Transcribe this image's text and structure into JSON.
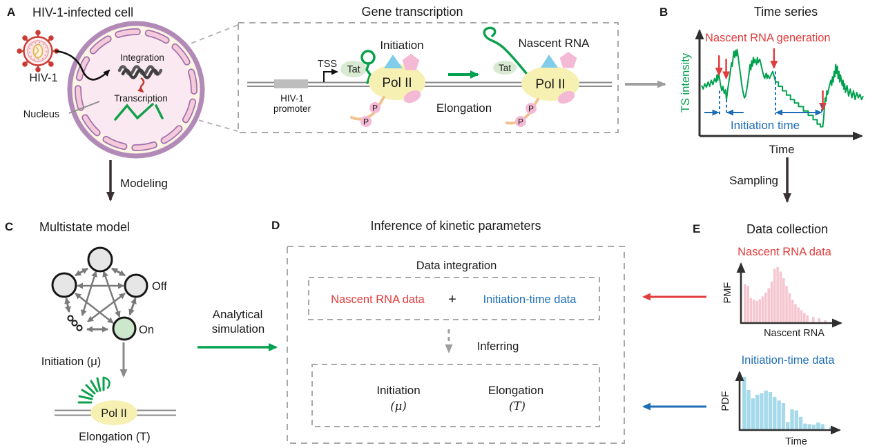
{
  "panels": {
    "a": {
      "label": "A",
      "title": "HIV-1-infected cell",
      "virus": "HIV-1",
      "integration": "Integration",
      "transcription": "Transcription",
      "nucleus": "Nucleus"
    },
    "modeling": {
      "label": "Modeling"
    },
    "gene_transcription": {
      "title": "Gene transcription",
      "tss": "TSS",
      "promoter_line1": "HIV-1",
      "promoter_line2": "promoter",
      "initiation": "Initiation",
      "elongation": "Elongation",
      "nascent_rna": "Nascent RNA",
      "tat": "Tat",
      "pol2": "Pol II",
      "p": "P"
    },
    "b": {
      "label": "B",
      "title": "Time series",
      "ylabel": "TS intensity",
      "xlabel": "Time",
      "red_annotation": "Nascent RNA generation",
      "blue_annotation": "Initiation time"
    },
    "sampling": {
      "label": "Sampling"
    },
    "c": {
      "label": "C",
      "title": "Multistate model",
      "off": "Off",
      "on": "On",
      "initiation": "Initiation (μ)",
      "pol2": "Pol II",
      "elongation": "Elongation (T)"
    },
    "d": {
      "label": "D",
      "title": "Inference of kinetic parameters",
      "data_integration": "Data integration",
      "nascent": "Nascent RNA data",
      "plus": "+",
      "initiation_time": "Initiation-time data",
      "inferring": "Inferring",
      "initiation": "Initiation",
      "mu": "(μ)",
      "elongation": "Elongation",
      "t": "(T)",
      "analytical_line1": "Analytical",
      "analytical_line2": "simulation"
    },
    "e": {
      "label": "E",
      "title": "Data collection",
      "nascent_title": "Nascent RNA data",
      "initiation_title": "Initiation-time data",
      "pmf": "PMF",
      "pdf": "PDF",
      "nascent_xlabel": "Nascent RNA",
      "time_xlabel": "Time"
    }
  },
  "colors": {
    "green": "#00a14e",
    "red": "#e23c3c",
    "blue": "#1d6cb5",
    "pink_bars": "#f6c6d0",
    "blue_bars": "#a6d9ea",
    "pol2_yellow": "#f6f0b2",
    "pink": "#f4b9d4",
    "tat_green": "#d9ead2",
    "triangle_blue": "#7fcde8",
    "tail_orange": "#f0c28f",
    "membrane_purple": "#b18ab8",
    "dark_arrow": "#3a2f33",
    "dashed_gray": "#a8a8a8"
  },
  "chart_data": [
    {
      "id": "time-series",
      "type": "line",
      "title": "Time series",
      "xlabel": "Time",
      "ylabel": "TS intensity",
      "line_color": "#00a14e",
      "legend": "none",
      "grid": false,
      "series": [
        {
          "name": "TS intensity",
          "points": [
            [
              0,
              0.56
            ],
            [
              0.01,
              0.52
            ],
            [
              0.02,
              0.58
            ],
            [
              0.03,
              0.54
            ],
            [
              0.04,
              0.6
            ],
            [
              0.05,
              0.55
            ],
            [
              0.06,
              0.62
            ],
            [
              0.07,
              0.57
            ],
            [
              0.08,
              0.64
            ],
            [
              0.09,
              0.6
            ],
            [
              0.095,
              0.68
            ],
            [
              0.1,
              0.62
            ],
            [
              0.105,
              0.72
            ],
            [
              0.111,
              0.64
            ],
            [
              0.118,
              0.56
            ],
            [
              0.125,
              0.5
            ],
            [
              0.132,
              0.55
            ],
            [
              0.14,
              0.47
            ],
            [
              0.148,
              0.51
            ],
            [
              0.154,
              0.4
            ],
            [
              0.158,
              0.46
            ],
            [
              0.162,
              0.52
            ],
            [
              0.17,
              0.62
            ],
            [
              0.178,
              0.72
            ],
            [
              0.185,
              0.82
            ],
            [
              0.19,
              0.78
            ],
            [
              0.195,
              0.88
            ],
            [
              0.2,
              0.95
            ],
            [
              0.205,
              0.88
            ],
            [
              0.21,
              0.96
            ],
            [
              0.215,
              0.9
            ],
            [
              0.22,
              0.97
            ],
            [
              0.228,
              0.86
            ],
            [
              0.235,
              0.76
            ],
            [
              0.243,
              0.65
            ],
            [
              0.25,
              0.55
            ],
            [
              0.258,
              0.47
            ],
            [
              0.265,
              0.42
            ],
            [
              0.272,
              0.44
            ],
            [
              0.28,
              0.52
            ],
            [
              0.288,
              0.62
            ],
            [
              0.295,
              0.72
            ],
            [
              0.3,
              0.8
            ],
            [
              0.305,
              0.74
            ],
            [
              0.31,
              0.84
            ],
            [
              0.315,
              0.78
            ],
            [
              0.32,
              0.88
            ],
            [
              0.325,
              0.82
            ],
            [
              0.33,
              0.86
            ],
            [
              0.34,
              0.8
            ],
            [
              0.345,
              0.88
            ],
            [
              0.35,
              0.82
            ],
            [
              0.36,
              0.86
            ],
            [
              0.37,
              0.78
            ],
            [
              0.38,
              0.7
            ],
            [
              0.39,
              0.64
            ],
            [
              0.4,
              0.7
            ],
            [
              0.405,
              0.64
            ],
            [
              0.41,
              0.68
            ],
            [
              0.42,
              0.64
            ],
            [
              0.43,
              0.68
            ],
            [
              0.44,
              0.72
            ],
            [
              0.45,
              0.66
            ],
            [
              0.455,
              0.62
            ],
            [
              0.46,
              0.6
            ],
            [
              0.475,
              0.6
            ],
            [
              0.475,
              0.55
            ],
            [
              0.5,
              0.55
            ],
            [
              0.5,
              0.5
            ],
            [
              0.525,
              0.5
            ],
            [
              0.525,
              0.45
            ],
            [
              0.55,
              0.45
            ],
            [
              0.55,
              0.4
            ],
            [
              0.575,
              0.4
            ],
            [
              0.575,
              0.36
            ],
            [
              0.6,
              0.36
            ],
            [
              0.6,
              0.32
            ],
            [
              0.63,
              0.32
            ],
            [
              0.63,
              0.27
            ],
            [
              0.66,
              0.27
            ],
            [
              0.66,
              0.22
            ],
            [
              0.69,
              0.22
            ],
            [
              0.69,
              0.17
            ],
            [
              0.715,
              0.17
            ],
            [
              0.715,
              0.12
            ],
            [
              0.735,
              0.12
            ],
            [
              0.735,
              0.09
            ],
            [
              0.75,
              0.09
            ],
            [
              0.755,
              0.18
            ],
            [
              0.76,
              0.3
            ],
            [
              0.765,
              0.42
            ],
            [
              0.77,
              0.38
            ],
            [
              0.775,
              0.5
            ],
            [
              0.78,
              0.46
            ],
            [
              0.79,
              0.55
            ],
            [
              0.8,
              0.62
            ],
            [
              0.805,
              0.56
            ],
            [
              0.81,
              0.66
            ],
            [
              0.815,
              0.6
            ],
            [
              0.82,
              0.72
            ],
            [
              0.825,
              0.66
            ],
            [
              0.83,
              0.8
            ],
            [
              0.835,
              0.7
            ],
            [
              0.84,
              0.78
            ],
            [
              0.845,
              0.64
            ],
            [
              0.85,
              0.72
            ],
            [
              0.855,
              0.6
            ],
            [
              0.86,
              0.68
            ],
            [
              0.87,
              0.56
            ],
            [
              0.875,
              0.62
            ],
            [
              0.88,
              0.52
            ],
            [
              0.885,
              0.58
            ],
            [
              0.89,
              0.48
            ],
            [
              0.9,
              0.56
            ],
            [
              0.91,
              0.44
            ],
            [
              0.92,
              0.52
            ],
            [
              0.93,
              0.42
            ],
            [
              0.94,
              0.5
            ],
            [
              0.95,
              0.4
            ],
            [
              0.96,
              0.48
            ],
            [
              0.97,
              0.42
            ],
            [
              0.98,
              0.46
            ],
            [
              0.99,
              0.4
            ],
            [
              1,
              0.44
            ]
          ]
        }
      ],
      "annotations": {
        "nascent_rna_events": {
          "label": "Nascent RNA generation",
          "color": "#e23c3c",
          "arrows": [
            {
              "x": 0.108,
              "tip": 0.66
            },
            {
              "x": 0.152,
              "tip": 0.62
            },
            {
              "x": 0.448,
              "tip": 0.74
            },
            {
              "x": 0.75,
              "tip": 0.26
            }
          ]
        },
        "initiation_time": {
          "label": "Initiation time",
          "color": "#1d6cb5",
          "dashes": [
            {
              "x": 0.111,
              "top": 0.5
            },
            {
              "x": 0.154,
              "top": 0.4
            },
            {
              "x": 0.457,
              "top": 0.72
            },
            {
              "x": 0.744,
              "top": 0.35
            }
          ],
          "spans": [
            {
              "from": 0.017,
              "to": 0.105,
              "heads": "end"
            },
            {
              "from": 0.158,
              "to": 0.26,
              "heads": "start"
            },
            {
              "from": 0.462,
              "to": 0.742,
              "heads": "both"
            }
          ]
        }
      }
    },
    {
      "id": "nascent-rna-pmf",
      "type": "bar",
      "title": "Nascent RNA data",
      "xlabel": "Nascent RNA",
      "ylabel": "PMF",
      "bar_color": "#f6c6d0",
      "ylim": [
        0,
        1
      ],
      "values": [
        0.69,
        0.66,
        0.44,
        0.41,
        0.39,
        0.42,
        0.47,
        0.54,
        0.62,
        0.74,
        0.97,
        1.0,
        0.92,
        0.8,
        0.66,
        0.53,
        0.41,
        0.33,
        0.27,
        0.22,
        0.17,
        0.13,
        0,
        0.1,
        0,
        0.08,
        0,
        0.04
      ]
    },
    {
      "id": "initiation-time-pdf",
      "type": "bar",
      "title": "Initiation-time data",
      "xlabel": "Time",
      "ylabel": "PDF",
      "bar_color": "#a6d9ea",
      "ylim": [
        0,
        1
      ],
      "values": [
        1.0,
        0.75,
        0.59,
        0.66,
        0.69,
        0.74,
        0.71,
        0.62,
        0.55,
        0.5,
        0.14,
        0.38,
        0.36,
        0.24,
        0.11,
        0.1,
        0.09,
        0.13,
        0.1,
        0,
        0.04
      ]
    }
  ]
}
